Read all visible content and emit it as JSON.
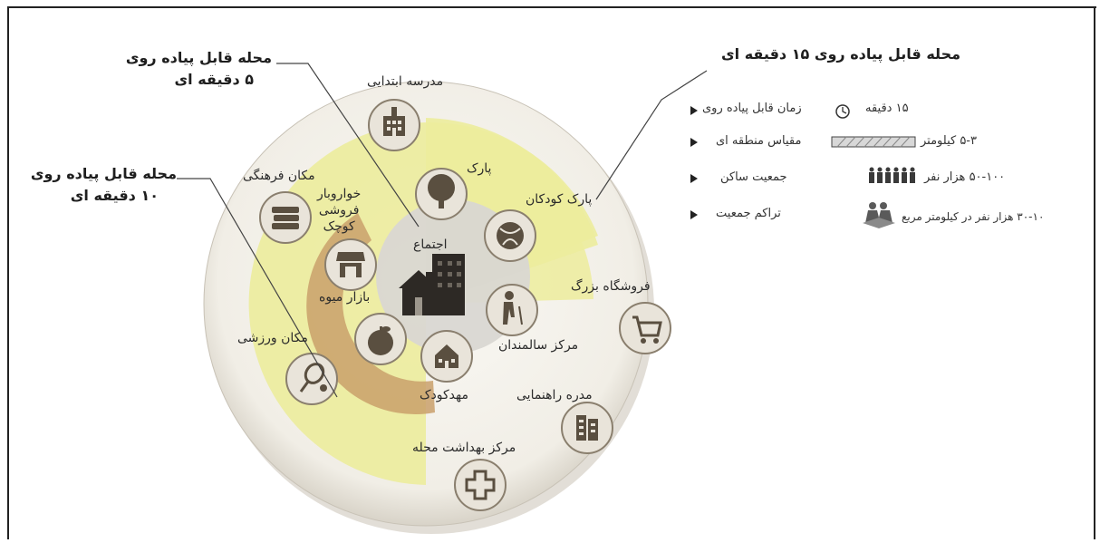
{
  "titles": {
    "five_min_line1": "محله قابل پیاده روی",
    "five_min_line2": "۵ دقیقه ای",
    "ten_min_line1": "محله قابل پیاده روی",
    "ten_min_line2": "۱۰ دقیقه ای",
    "fifteen_min": "محله قابل پیاده روی ۱۵ دقیقه ای"
  },
  "facilities": {
    "elementary_school": "مدرسه ابتدایی",
    "park": "پارک",
    "playground": "پارک کودکان",
    "cultural_center": "مکان فرهنگی",
    "grocery_line1": "خواروبار",
    "grocery_line2": "فروشی",
    "grocery_line3": "کوچک",
    "community": "اجتماع",
    "fruit_market": "بازار میوه",
    "sports": "مکان ورزشی",
    "daycare": "مهدکودک",
    "elderly_center": "مرکز سالمندان",
    "shopping_mall": "فروشگاه بزرگ",
    "middle_school": "مدره راهنمایی",
    "health_center": "مرکز بهداشت محله"
  },
  "legend": {
    "walk_time_label": "زمان قابل پیاده روی",
    "walk_time_value": "۱۵ دقیقه",
    "scale_label": "مقیاس منطقه ای",
    "scale_value": "۵-۳ کیلومتر",
    "population_label": "جمعیت ساکن",
    "population_value": "۵۰-۱۰۰ هزار نفر",
    "density_label": "تراکم جمعیت",
    "density_value": "۳۰-۱۰ هزار نفر در کیلومتر مربع"
  },
  "colors": {
    "yellow_ring": "#efefa0",
    "inner_gray": "#d6d6d6",
    "brown_arc": "#c9a06b",
    "disc": "#f4f1ea",
    "icon_fill": "#e9e4da",
    "icon_stroke": "#8a7f6e"
  }
}
